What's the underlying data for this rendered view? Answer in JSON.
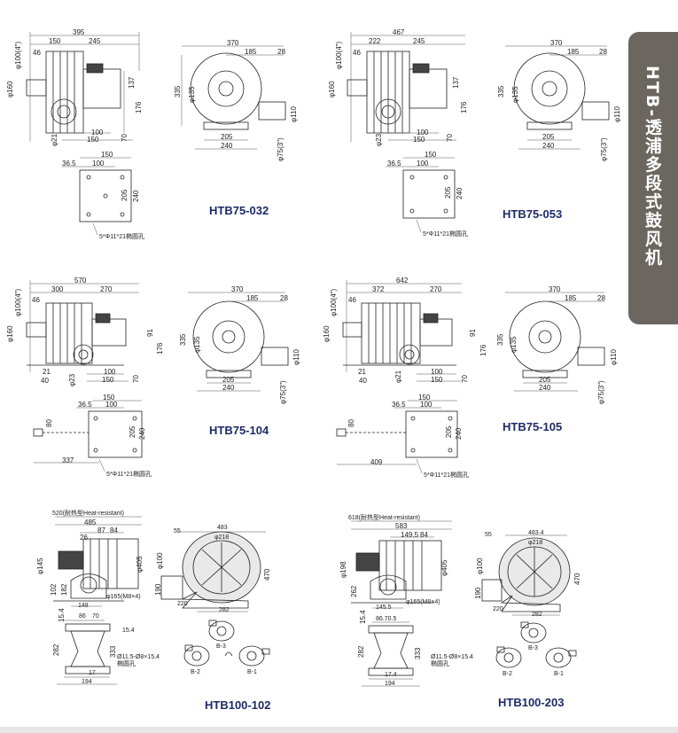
{
  "side_tab": {
    "text": "HTB-透浦多段式鼓风机"
  },
  "models": [
    "HTB75-032",
    "HTB75-053",
    "HTB75-104",
    "HTB75-105",
    "HTB100-102",
    "HTB100-203"
  ],
  "panel1": {
    "overall": "395",
    "a": "150",
    "b": "245",
    "pipe": "φ100(4\")",
    "d46": "46",
    "d160": "φ160",
    "d137": "137",
    "d176": "176",
    "d70": "70",
    "d100": "100",
    "d150": "150",
    "d21": "φ21"
  },
  "panel2": {
    "w370": "370",
    "w185": "185",
    "w28": "28",
    "h335": "335",
    "d135": "φ135",
    "d110": "φ110",
    "w205": "205",
    "w240": "240",
    "d75": "φ75(3\")"
  },
  "panel3": {
    "w150": "150",
    "w36": "36.5",
    "w100": "100",
    "h205": "205",
    "h240": "240",
    "hole": "5*Φ11*21椭圆孔"
  },
  "panel4": {
    "overall": "467",
    "a": "222",
    "b": "245",
    "pipe": "φ100(4\")",
    "d46": "46",
    "d160": "φ160",
    "d137": "137",
    "d176": "176",
    "d70": "70",
    "d100": "100",
    "d150": "150",
    "d23": "φ23"
  },
  "panel5": {
    "w370": "370",
    "w185": "185",
    "w28": "28",
    "h335": "335",
    "d135": "φ135",
    "d110": "φ110",
    "w205": "205",
    "w240": "240",
    "d75": "φ75(3\")"
  },
  "panel6": {
    "w150": "150",
    "w36": "36.5",
    "w100": "100",
    "h205": "205",
    "h240": "240",
    "hole": "5*Φ11*21椭圆孔"
  },
  "panel7": {
    "overall": "570",
    "a": "300",
    "b": "270",
    "pipe": "φ100(4\")",
    "d46": "46",
    "d160": "φ160",
    "d91": "91",
    "d176": "176",
    "d70": "70",
    "d100": "100",
    "d150": "150",
    "d23": "φ23",
    "d21": "21",
    "d40": "40"
  },
  "panel8": {
    "w370": "370",
    "w185": "185",
    "w28": "28",
    "h335": "335",
    "d135": "φ135",
    "d110": "φ110",
    "w205": "205",
    "w240": "240",
    "d75": "φ75(3\")"
  },
  "panel9": {
    "w150": "150",
    "w36": "36.5",
    "w100": "100",
    "h80": "80",
    "h205": "205",
    "h240": "240",
    "w337": "337",
    "hole": "5*Φ11*21椭圆孔"
  },
  "panel10": {
    "overall": "642",
    "a": "372",
    "b": "270",
    "pipe": "φ100(4\")",
    "d46": "46",
    "d160": "φ160",
    "d91": "91",
    "d176": "176",
    "d70": "70",
    "d100": "100",
    "d150": "150",
    "d21": "φ21",
    "d21b": "21",
    "d40": "40"
  },
  "panel11": {
    "w370": "370",
    "w185": "185",
    "w28": "28",
    "h335": "335",
    "d135": "φ135",
    "d110": "φ110",
    "w205": "205",
    "w240": "240",
    "d75": "φ75(3\")"
  },
  "panel12": {
    "w150": "150",
    "w36": "36.5",
    "w100": "100",
    "h80": "80",
    "h205": "205",
    "h240": "240",
    "w409": "409",
    "hole": "5*Φ11*21椭圆孔"
  },
  "panel13": {
    "heat": "520(耐热型Heat-resistant)",
    "w485": "485",
    "w26": "26",
    "w87": "87",
    "w84": "84",
    "d145": "φ145",
    "d405": "φ405",
    "d102": "102",
    "d182": "182",
    "w148": "148",
    "d165": "φ165(M8×4)",
    "w55": "55",
    "w483": "483",
    "d218": "φ218",
    "d100": "φ100",
    "d190": "190",
    "h470": "470",
    "w220": "220",
    "w282": "282",
    "w86": "86",
    "w70": "70",
    "d15_4a": "15.4",
    "d15_4b": "15.4",
    "h282": "282",
    "h333": "333",
    "hole": "Ø11.5-Ø8×15.4",
    "hole2": "椭圆孔",
    "w17": "17",
    "w194": "194",
    "b3": "B-3",
    "b2": "B-2",
    "b1": "B-1"
  },
  "panel14": {
    "heat": "618(耐热型Heat-resistant)",
    "w583": "583",
    "w149": "149.5",
    "w84": "84",
    "d198": "φ198",
    "d405": "φ405",
    "d262": "262",
    "w145": "145.5",
    "d165": "φ165(M8×4)",
    "w55": "55",
    "w483": "483.4",
    "d218": "φ218",
    "d100": "φ100",
    "d190": "190",
    "h470": "470",
    "w220": "220",
    "w282": "282",
    "w86": "86.70.5",
    "d15_4": "15.4",
    "h282": "282",
    "h333": "333",
    "hole": "Ø11.5-Ø8×15.4",
    "hole2": "椭圆孔",
    "w17": "17.4",
    "w194": "194",
    "b3": "B-3",
    "b2": "B-2",
    "b1": "B-1"
  }
}
